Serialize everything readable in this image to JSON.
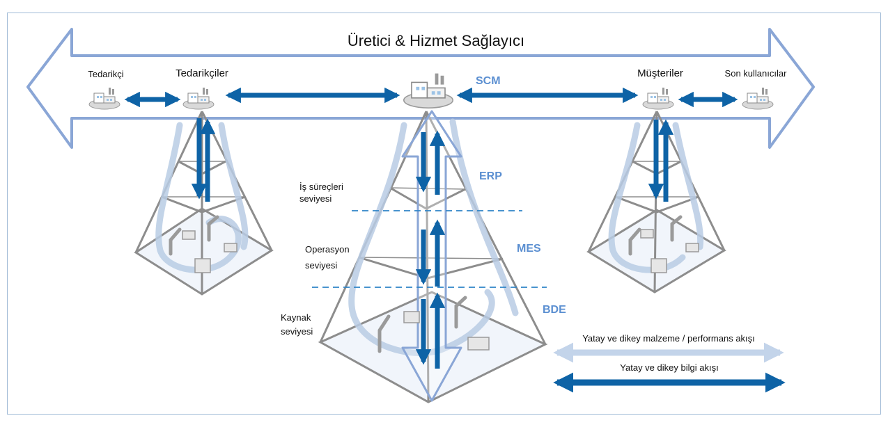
{
  "title": "Üretici & Hizmet Sağlayıcı",
  "nodes": {
    "supplier": "Tedarikçi",
    "suppliers": "Tedarikçiler",
    "customers": "Müşteriler",
    "end_users": "Son kullanıcılar"
  },
  "systems": {
    "scm": "SCM",
    "erp": "ERP",
    "mes": "MES",
    "bde": "BDE"
  },
  "levels": {
    "business_1": "İş süreçleri",
    "business_2": "seviyesi",
    "operation_1": "Operasyon",
    "operation_2": "seviyesi",
    "resource_1": "Kaynak",
    "resource_2": "seviyesi"
  },
  "legend": {
    "material_flow": "Yatay ve dikey malzeme / performans akışı",
    "info_flow": "Yatay ve dikey bilgi akışı"
  },
  "colors": {
    "dark_arrow": "#0e63a6",
    "light_arrow": "#b9cce4",
    "outline_arrow": "#8aa6d6",
    "system_label": "#5b8fd1",
    "pyramid": "#8d8d8d",
    "level_line": "#2f84c8",
    "frame": "#9fbad6"
  },
  "icons": [
    "factory-icon",
    "robot-arm-icon",
    "box-icon"
  ]
}
